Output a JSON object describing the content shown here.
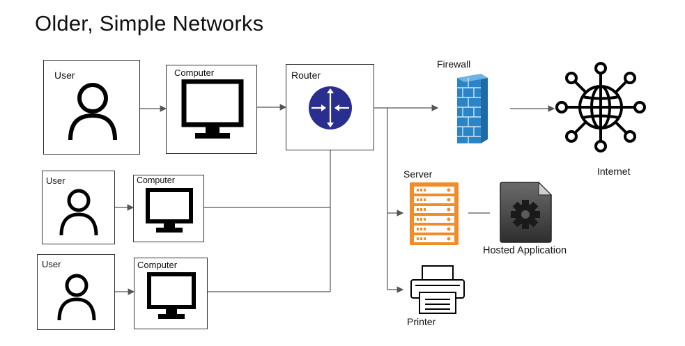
{
  "title": "Older, Simple Networks",
  "nodes": {
    "user1": "User",
    "computer1": "Computer",
    "router": "Router",
    "user2": "User",
    "computer2": "Computer",
    "user3": "User",
    "computer3": "Computer",
    "firewall": "Firewall",
    "internet": "Internet",
    "server": "Server",
    "hosted_app": "Hosted Application",
    "printer": "Printer"
  },
  "colors": {
    "router": "#2a2f8f",
    "firewall": "#2b84c6",
    "server": "#f28c28",
    "app": "#4a4a4a",
    "line": "#555555"
  }
}
